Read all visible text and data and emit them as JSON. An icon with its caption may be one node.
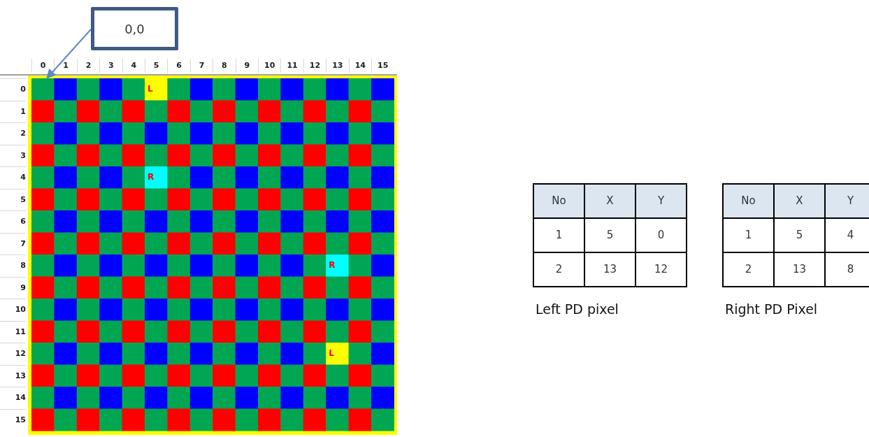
{
  "diagram": {
    "nodes": [
      {
        "text": [
          "0,0"
        ]
      },
      {
        "text": [],
        "shape": "grid"
      }
    ],
    "edges": [
      {
        "from": 0,
        "to": 1,
        "arrow": "to"
      }
    ],
    "labels": [
      "0",
      "1",
      "2",
      "3",
      "4",
      "5",
      "6",
      "7",
      "8",
      "9",
      "10",
      "11",
      "12",
      "13",
      "14",
      "15",
      "0",
      "1",
      "2",
      "3",
      "4",
      "5",
      "6",
      "7",
      "8",
      "9",
      "10",
      "11",
      "12",
      "13",
      "14",
      "15",
      "L",
      "R",
      "R",
      "L",
      "No",
      "X",
      "Y",
      "1",
      "5",
      "0",
      "2",
      "13",
      "12",
      "No",
      "X",
      "Y",
      "1",
      "5",
      "4",
      "2",
      "13",
      "8",
      "Left PD pixel",
      "Right PD Pixel"
    ]
  }
}
